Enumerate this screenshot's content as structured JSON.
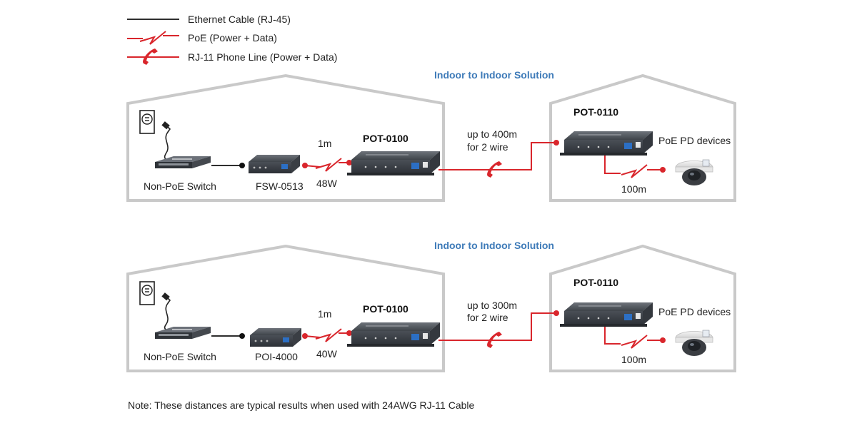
{
  "legend": {
    "ethernet": "Ethernet Cable (RJ-45)",
    "poe": "PoE (Power + Data)",
    "rj11": "RJ-11 Phone Line (Power + Data)"
  },
  "colors": {
    "red": "#d9262c",
    "house": "#c9c9c9",
    "title_blue": "#3d7ab8"
  },
  "scenarios": [
    {
      "title": "Indoor to Indoor Solution",
      "switch_label": "Non-PoE Switch",
      "injector_label": "FSW-0513",
      "poe_length": "1m",
      "poe_power": "48W",
      "master_label": "POT-0100",
      "distance_line1": "up to 400m",
      "distance_line2": "for 2 wire",
      "slave_label": "POT-0110",
      "pd_label": "PoE PD devices",
      "pd_length": "100m"
    },
    {
      "title": "Indoor to Indoor Solution",
      "switch_label": "Non-PoE Switch",
      "injector_label": "POI-4000",
      "poe_length": "1m",
      "poe_power": "40W",
      "master_label": "POT-0100",
      "distance_line1": "up to 300m",
      "distance_line2": "for 2 wire",
      "slave_label": "POT-0110",
      "pd_label": "PoE PD devices",
      "pd_length": "100m"
    }
  ],
  "note": "Note: These distances are typical results when used with 24AWG RJ-11 Cable"
}
